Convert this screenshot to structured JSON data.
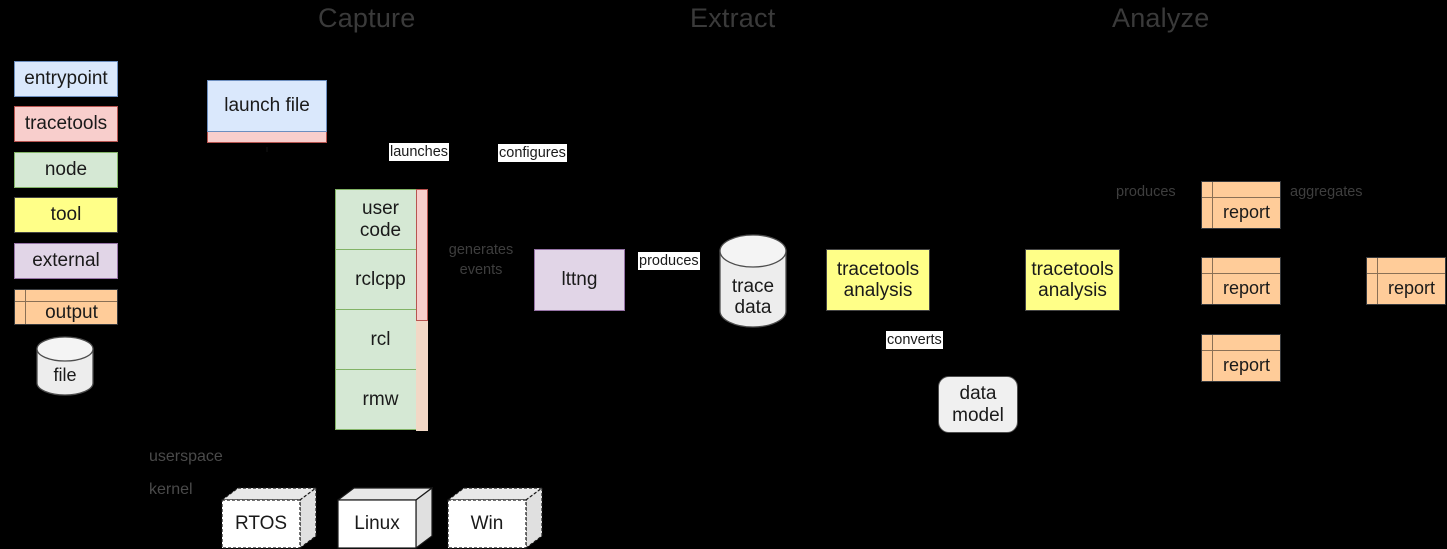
{
  "headings": [
    {
      "label": "Capture"
    },
    {
      "label": "Extract"
    },
    {
      "label": "Analyze"
    }
  ],
  "legend": {
    "items": [
      {
        "label": "entrypoint",
        "color": "#dae8fc",
        "border": "#6c8ebf",
        "kind": "box"
      },
      {
        "label": "tracetools",
        "color": "#f8cecc",
        "border": "#b85450",
        "kind": "box"
      },
      {
        "label": "node",
        "color": "#d5e8d4",
        "border": "#82b366",
        "kind": "box"
      },
      {
        "label": "tool",
        "color": "#ffff88",
        "border": "#444444",
        "kind": "box"
      },
      {
        "label": "external",
        "color": "#e1d5e7",
        "border": "#9673a6",
        "kind": "box"
      },
      {
        "label": "output",
        "color": "#ffcc99",
        "border": "#36393d",
        "kind": "note"
      },
      {
        "label": "file",
        "color": "#ededed",
        "border": "#4d4d4d",
        "kind": "cylinder"
      }
    ]
  },
  "capture": {
    "launch_file": {
      "label": "launch file"
    },
    "stack": [
      {
        "label": "user\ncode"
      },
      {
        "label": "rclcpp"
      },
      {
        "label": "rcl"
      },
      {
        "label": "rmw"
      }
    ],
    "labels": {
      "launches": "launches",
      "configures": "configures",
      "generates_events": "generates\nevents",
      "userspace": "userspace",
      "kernel": "kernel"
    },
    "kernels": [
      {
        "label": "RTOS",
        "dashed": true
      },
      {
        "label": "Linux",
        "dashed": false
      },
      {
        "label": "Win",
        "dashed": true
      }
    ]
  },
  "extract": {
    "lttng": {
      "label": "lttng"
    },
    "produces_label": "produces",
    "trace_data": {
      "label": "trace\ndata"
    }
  },
  "analyze": {
    "tracetools_analysis_left": {
      "label": "tracetools\nanalysis"
    },
    "tracetools_analysis_right": {
      "label": "tracetools\nanalysis"
    },
    "converts_label": "converts",
    "data_model": {
      "label": "data\nmodel"
    },
    "produces_label": "produces",
    "aggregates_label": "aggregates",
    "reports": [
      {
        "label": "report"
      },
      {
        "label": "report"
      },
      {
        "label": "report"
      },
      {
        "label": "report"
      }
    ]
  },
  "colors": {
    "background": "#000000",
    "entrypoint": "#dae8fc",
    "tracetools": "#f8cecc",
    "node": "#d5e8d4",
    "tool": "#ffff88",
    "external": "#e1d5e7",
    "output": "#ffcc99",
    "file": "#ededed",
    "heading_text": "#3a3a3a",
    "dim_text": "#4a4a4a"
  }
}
